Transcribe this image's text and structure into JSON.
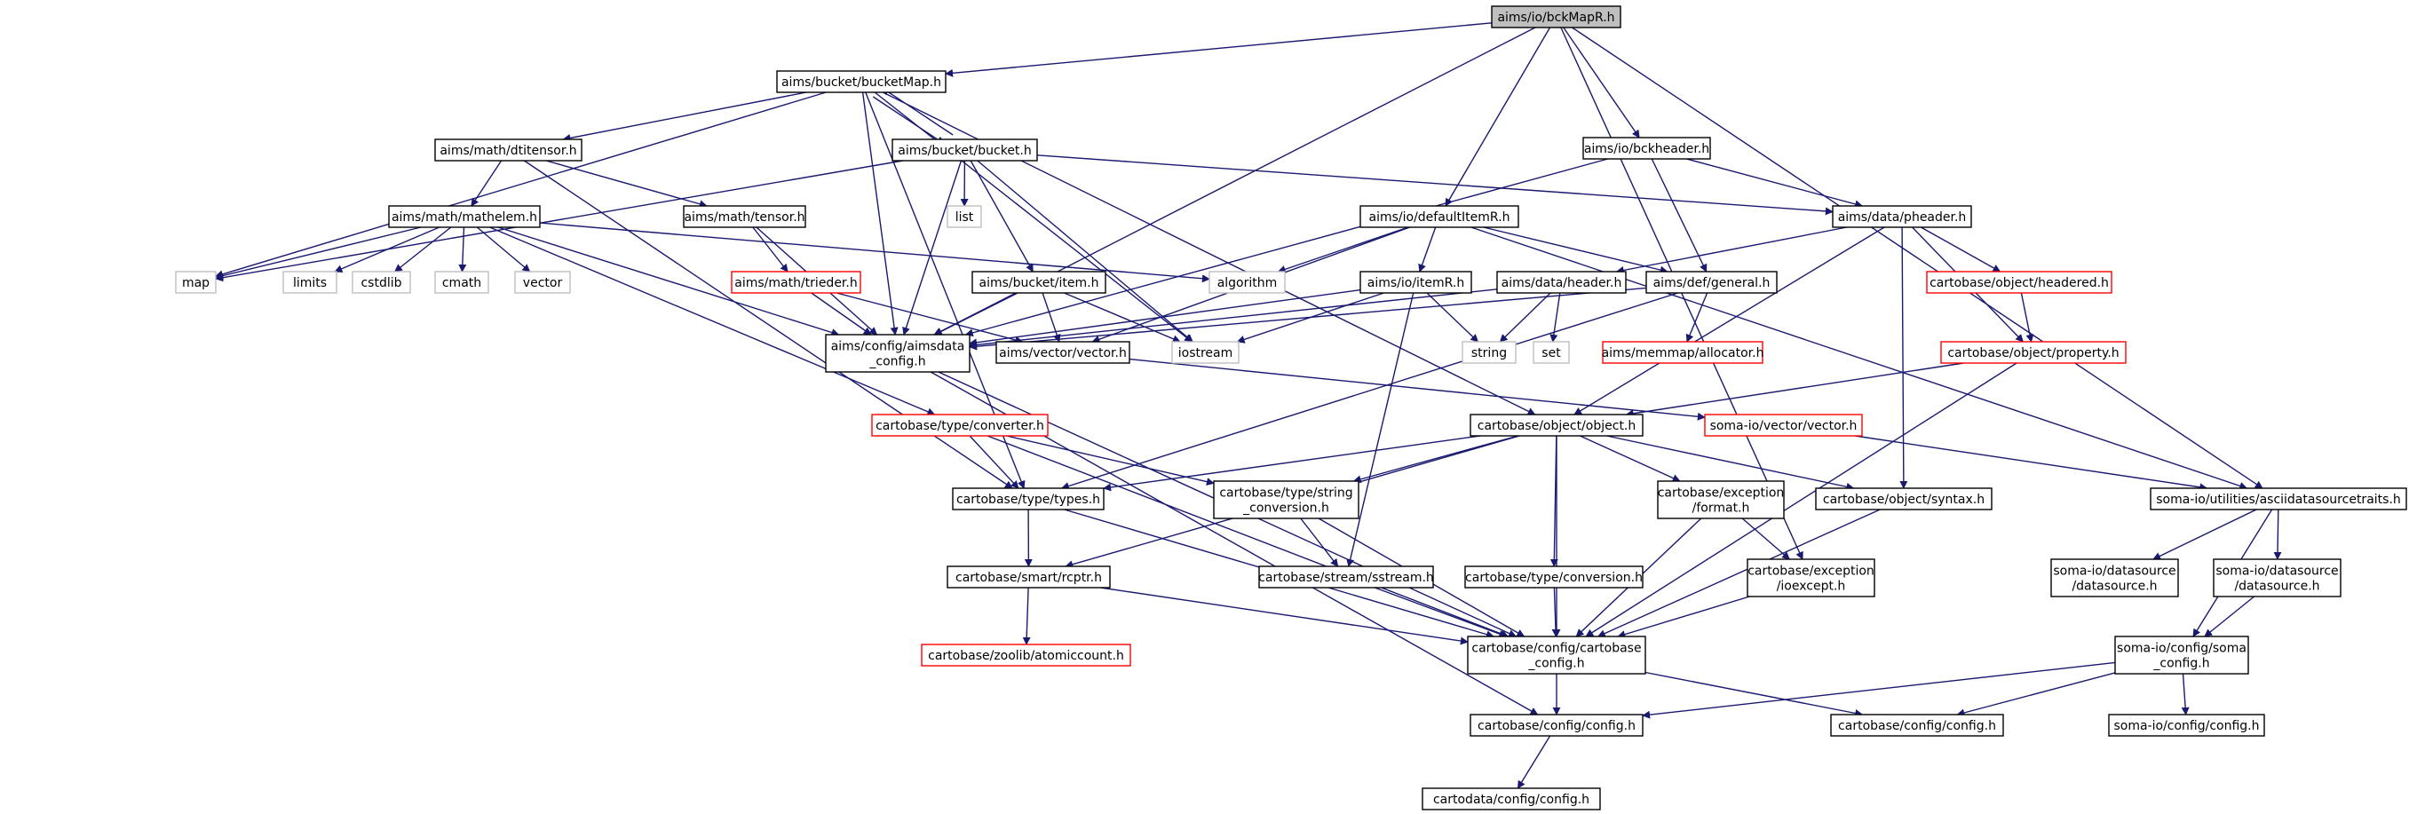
{
  "colors": {
    "edge": "#191970",
    "root_fill": "#bfbfbf",
    "normal_border": "#000000",
    "missing_border": "#bfbfbf",
    "truncated_border": "#ff0000",
    "label": "#000000"
  },
  "nodes": [
    {
      "id": "bckmapr",
      "lines": [
        "aims/io/bckMapR.h"
      ],
      "kind": "root"
    },
    {
      "id": "bucketmap",
      "lines": [
        "aims/bucket/bucketMap.h"
      ],
      "kind": "normal"
    },
    {
      "id": "bckheader",
      "lines": [
        "aims/io/bckheader.h"
      ],
      "kind": "normal"
    },
    {
      "id": "dtitensor",
      "lines": [
        "aims/math/dtitensor.h"
      ],
      "kind": "normal"
    },
    {
      "id": "bucket",
      "lines": [
        "aims/bucket/bucket.h"
      ],
      "kind": "normal"
    },
    {
      "id": "mathelem",
      "lines": [
        "aims/math/mathelem.h"
      ],
      "kind": "normal"
    },
    {
      "id": "tensor",
      "lines": [
        "aims/math/tensor.h"
      ],
      "kind": "normal"
    },
    {
      "id": "list",
      "lines": [
        "list"
      ],
      "kind": "missing"
    },
    {
      "id": "defaultitemr",
      "lines": [
        "aims/io/defaultItemR.h"
      ],
      "kind": "normal"
    },
    {
      "id": "pheader",
      "lines": [
        "aims/data/pheader.h"
      ],
      "kind": "normal"
    },
    {
      "id": "map",
      "lines": [
        "map"
      ],
      "kind": "missing"
    },
    {
      "id": "limits",
      "lines": [
        "limits"
      ],
      "kind": "missing"
    },
    {
      "id": "cstdlib",
      "lines": [
        "cstdlib"
      ],
      "kind": "missing"
    },
    {
      "id": "cmath",
      "lines": [
        "cmath"
      ],
      "kind": "missing"
    },
    {
      "id": "vector",
      "lines": [
        "vector"
      ],
      "kind": "missing"
    },
    {
      "id": "trieder",
      "lines": [
        "aims/math/trieder.h"
      ],
      "kind": "truncated"
    },
    {
      "id": "bucketitem",
      "lines": [
        "aims/bucket/item.h"
      ],
      "kind": "normal"
    },
    {
      "id": "algorithm",
      "lines": [
        "algorithm"
      ],
      "kind": "missing"
    },
    {
      "id": "itemr",
      "lines": [
        "aims/io/itemR.h"
      ],
      "kind": "normal"
    },
    {
      "id": "dataheader",
      "lines": [
        "aims/data/header.h"
      ],
      "kind": "normal"
    },
    {
      "id": "defgeneral",
      "lines": [
        "aims/def/general.h"
      ],
      "kind": "normal"
    },
    {
      "id": "headered",
      "lines": [
        "cartobase/object/headered.h"
      ],
      "kind": "truncated"
    },
    {
      "id": "aimsdataconfig",
      "lines": [
        "aims/config/aimsdata",
        "_config.h"
      ],
      "kind": "normal"
    },
    {
      "id": "aimsvector",
      "lines": [
        "aims/vector/vector.h"
      ],
      "kind": "normal"
    },
    {
      "id": "iostream",
      "lines": [
        "iostream"
      ],
      "kind": "missing"
    },
    {
      "id": "string",
      "lines": [
        "string"
      ],
      "kind": "missing"
    },
    {
      "id": "set",
      "lines": [
        "set"
      ],
      "kind": "missing"
    },
    {
      "id": "allocator",
      "lines": [
        "aims/memmap/allocator.h"
      ],
      "kind": "truncated"
    },
    {
      "id": "property",
      "lines": [
        "cartobase/object/property.h"
      ],
      "kind": "truncated"
    },
    {
      "id": "converter",
      "lines": [
        "cartobase/type/converter.h"
      ],
      "kind": "truncated"
    },
    {
      "id": "object",
      "lines": [
        "cartobase/object/object.h"
      ],
      "kind": "normal"
    },
    {
      "id": "somavector",
      "lines": [
        "soma-io/vector/vector.h"
      ],
      "kind": "truncated"
    },
    {
      "id": "types",
      "lines": [
        "cartobase/type/types.h"
      ],
      "kind": "normal"
    },
    {
      "id": "stringconv",
      "lines": [
        "cartobase/type/string",
        "_conversion.h"
      ],
      "kind": "normal"
    },
    {
      "id": "excformat",
      "lines": [
        "cartobase/exception",
        "/format.h"
      ],
      "kind": "normal"
    },
    {
      "id": "syntax",
      "lines": [
        "cartobase/object/syntax.h"
      ],
      "kind": "normal"
    },
    {
      "id": "asciitraits",
      "lines": [
        "soma-io/utilities/asciidatasourcetraits.h"
      ],
      "kind": "normal"
    },
    {
      "id": "rcptr",
      "lines": [
        "cartobase/smart/rcptr.h"
      ],
      "kind": "normal"
    },
    {
      "id": "sstream",
      "lines": [
        "cartobase/stream/sstream.h"
      ],
      "kind": "normal"
    },
    {
      "id": "typeconversion",
      "lines": [
        "cartobase/type/conversion.h"
      ],
      "kind": "normal"
    },
    {
      "id": "ioexcept",
      "lines": [
        "cartobase/exception",
        "/ioexcept.h"
      ],
      "kind": "normal"
    },
    {
      "id": "somadatasource1",
      "lines": [
        "soma-io/datasource",
        "/datasource.h"
      ],
      "kind": "normal"
    },
    {
      "id": "somadatasource2",
      "lines": [
        "soma-io/datasource",
        "/datasource.h"
      ],
      "kind": "normal"
    },
    {
      "id": "atomiccount",
      "lines": [
        "cartobase/zoolib/atomiccount.h"
      ],
      "kind": "truncated"
    },
    {
      "id": "cartobaseconfig",
      "lines": [
        "cartobase/config/cartobase",
        "_config.h"
      ],
      "kind": "normal"
    },
    {
      "id": "somaconfig",
      "lines": [
        "soma-io/config/soma",
        "_config.h"
      ],
      "kind": "normal"
    },
    {
      "id": "configh",
      "lines": [
        "cartobase/config/config.h"
      ],
      "kind": "normal"
    },
    {
      "id": "configh2",
      "lines": [
        "cartobase/config/config.h"
      ],
      "kind": "normal"
    },
    {
      "id": "somaconfigh",
      "lines": [
        "soma-io/config/config.h"
      ],
      "kind": "normal"
    },
    {
      "id": "cartodataconfig",
      "lines": [
        "cartodata/config/config.h"
      ],
      "kind": "normal"
    }
  ],
  "edges": [
    [
      "bckmapr",
      "bucketmap"
    ],
    [
      "bckmapr",
      "bckheader"
    ],
    [
      "bckmapr",
      "defaultitemr"
    ],
    [
      "bckmapr",
      "aimsdataconfig"
    ],
    [
      "bckmapr",
      "ioexcept"
    ],
    [
      "bckmapr",
      "asciitraits"
    ],
    [
      "bucketmap",
      "bucket"
    ],
    [
      "bucketmap",
      "dtitensor"
    ],
    [
      "bucketmap",
      "map"
    ],
    [
      "bucketmap",
      "aimsdataconfig"
    ],
    [
      "bucketmap",
      "iostream"
    ],
    [
      "bucketmap",
      "object"
    ],
    [
      "bucketmap",
      "types"
    ],
    [
      "bucket",
      "bucketmap"
    ],
    [
      "bucket",
      "list"
    ],
    [
      "bucket",
      "bucketitem"
    ],
    [
      "bucket",
      "pheader"
    ],
    [
      "bucket",
      "map"
    ],
    [
      "bucket",
      "aimsdataconfig"
    ],
    [
      "bucket",
      "iostream"
    ],
    [
      "dtitensor",
      "mathelem"
    ],
    [
      "dtitensor",
      "tensor"
    ],
    [
      "dtitensor",
      "types"
    ],
    [
      "mathelem",
      "map"
    ],
    [
      "mathelem",
      "limits"
    ],
    [
      "mathelem",
      "cstdlib"
    ],
    [
      "mathelem",
      "cmath"
    ],
    [
      "mathelem",
      "vector"
    ],
    [
      "mathelem",
      "aimsdataconfig"
    ],
    [
      "mathelem",
      "converter"
    ],
    [
      "mathelem",
      "algorithm"
    ],
    [
      "tensor",
      "trieder"
    ],
    [
      "tensor",
      "aimsdataconfig"
    ],
    [
      "trieder",
      "aimsdataconfig"
    ],
    [
      "trieder",
      "aimsvector"
    ],
    [
      "bucketitem",
      "aimsdataconfig"
    ],
    [
      "bucketitem",
      "aimsvector"
    ],
    [
      "bucketitem",
      "iostream"
    ],
    [
      "bckheader",
      "pheader"
    ],
    [
      "bckheader",
      "defgeneral"
    ],
    [
      "bckheader",
      "aimsdataconfig"
    ],
    [
      "defaultitemr",
      "algorithm"
    ],
    [
      "defaultitemr",
      "itemr"
    ],
    [
      "defaultitemr",
      "defgeneral"
    ],
    [
      "defaultitemr",
      "aimsvector"
    ],
    [
      "defaultitemr",
      "asciitraits"
    ],
    [
      "itemr",
      "aimsdataconfig"
    ],
    [
      "itemr",
      "string"
    ],
    [
      "itemr",
      "iostream"
    ],
    [
      "itemr",
      "sstream"
    ],
    [
      "pheader",
      "dataheader"
    ],
    [
      "pheader",
      "headered"
    ],
    [
      "pheader",
      "property"
    ],
    [
      "pheader",
      "object"
    ],
    [
      "pheader",
      "syntax"
    ],
    [
      "dataheader",
      "aimsdataconfig"
    ],
    [
      "dataheader",
      "string"
    ],
    [
      "dataheader",
      "set"
    ],
    [
      "defgeneral",
      "aimsdataconfig"
    ],
    [
      "defgeneral",
      "allocator"
    ],
    [
      "defgeneral",
      "types"
    ],
    [
      "headered",
      "property"
    ],
    [
      "property",
      "object"
    ],
    [
      "property",
      "cartobaseconfig"
    ],
    [
      "aimsdataconfig",
      "cartobaseconfig"
    ],
    [
      "aimsdataconfig",
      "configh"
    ],
    [
      "aimsvector",
      "somavector"
    ],
    [
      "somavector",
      "asciitraits"
    ],
    [
      "converter",
      "types"
    ],
    [
      "converter",
      "stringconv"
    ],
    [
      "converter",
      "cartobaseconfig"
    ],
    [
      "object",
      "types"
    ],
    [
      "object",
      "stringconv"
    ],
    [
      "object",
      "excformat"
    ],
    [
      "object",
      "syntax"
    ],
    [
      "object",
      "rcptr"
    ],
    [
      "object",
      "typeconversion"
    ],
    [
      "object",
      "cartobaseconfig"
    ],
    [
      "types",
      "rcptr"
    ],
    [
      "types",
      "cartobaseconfig"
    ],
    [
      "stringconv",
      "sstream"
    ],
    [
      "stringconv",
      "cartobaseconfig"
    ],
    [
      "excformat",
      "ioexcept"
    ],
    [
      "excformat",
      "cartobaseconfig"
    ],
    [
      "syntax",
      "cartobaseconfig"
    ],
    [
      "rcptr",
      "atomiccount"
    ],
    [
      "rcptr",
      "cartobaseconfig"
    ],
    [
      "sstream",
      "cartobaseconfig"
    ],
    [
      "typeconversion",
      "cartobaseconfig"
    ],
    [
      "ioexcept",
      "cartobaseconfig"
    ],
    [
      "asciitraits",
      "somadatasource1"
    ],
    [
      "asciitraits",
      "somadatasource2"
    ],
    [
      "asciitraits",
      "somaconfig"
    ],
    [
      "somadatasource2",
      "somaconfig"
    ],
    [
      "somaconfig",
      "configh"
    ],
    [
      "somaconfig",
      "configh2"
    ],
    [
      "somaconfig",
      "somaconfigh"
    ],
    [
      "cartobaseconfig",
      "configh"
    ],
    [
      "cartobaseconfig",
      "configh2"
    ],
    [
      "configh",
      "cartodataconfig"
    ]
  ]
}
